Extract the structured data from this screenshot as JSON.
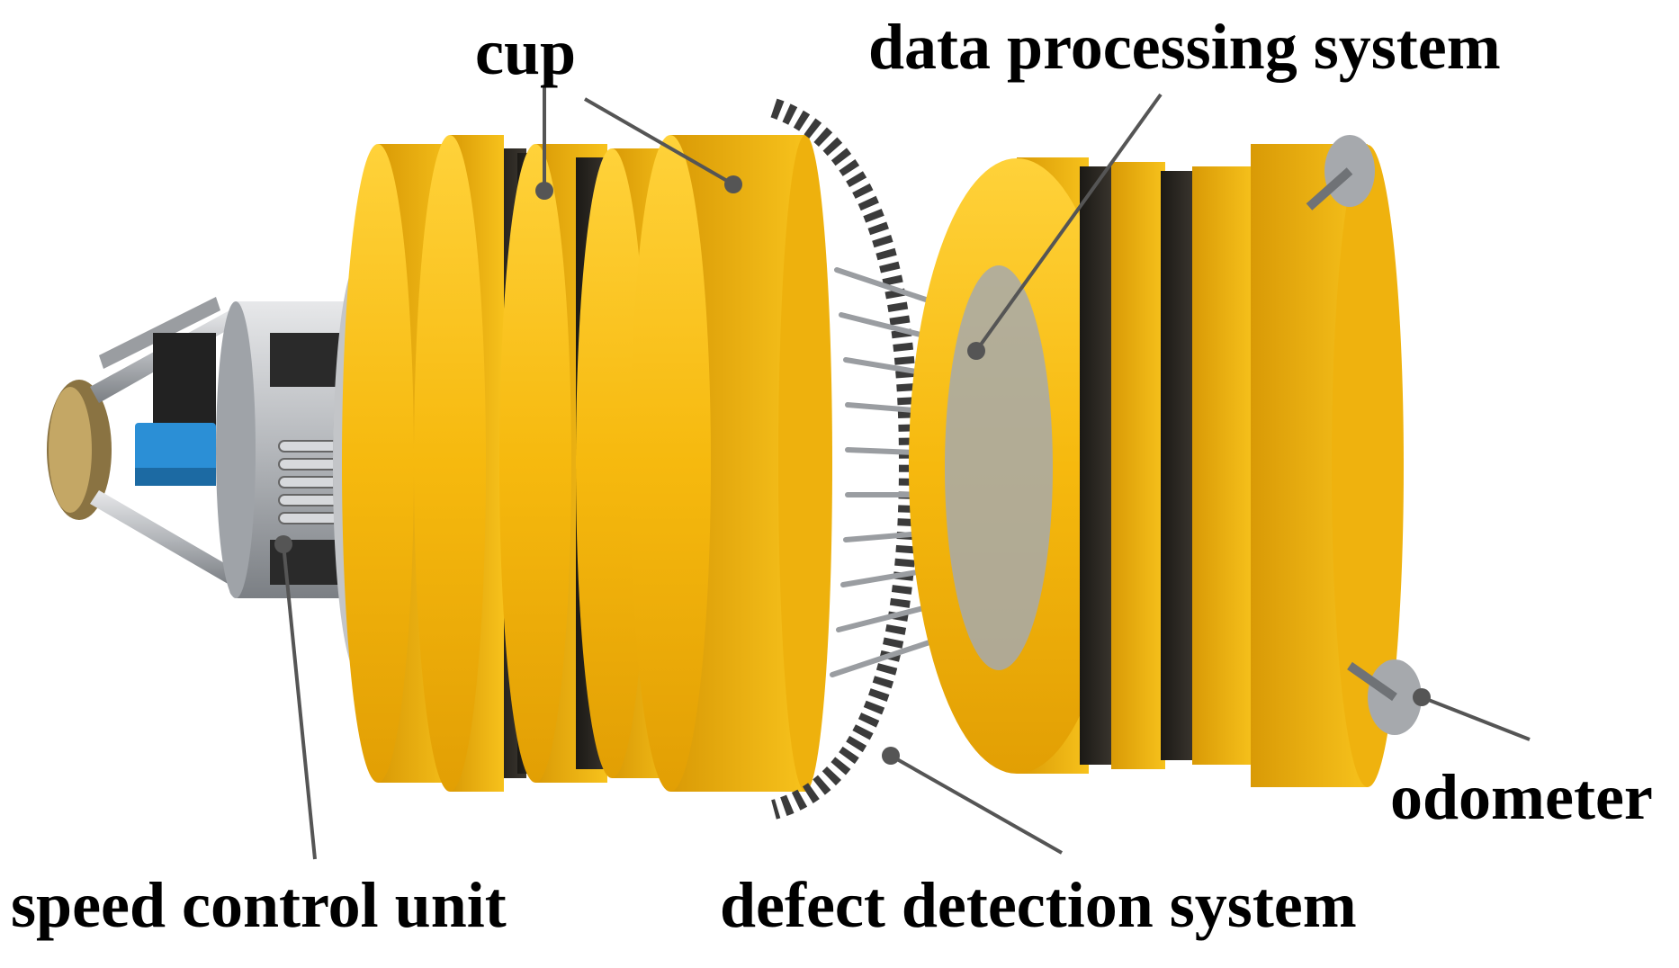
{
  "labels": {
    "cup": "cup",
    "data_processing_system": "data processing system",
    "odometer": "odometer",
    "speed_control_unit": "speed control unit",
    "defect_detection_system": "defect detection system"
  },
  "colors": {
    "cup_yellow": "#f5b70f",
    "cup_shadow": "#c98f05",
    "band_dark": "#2b2620",
    "metal": "#b9bcc0",
    "metal_dark": "#7d8186",
    "probe_blue": "#2b8fd6",
    "board_green": "#2f8a6a",
    "leader_line": "#555555"
  }
}
